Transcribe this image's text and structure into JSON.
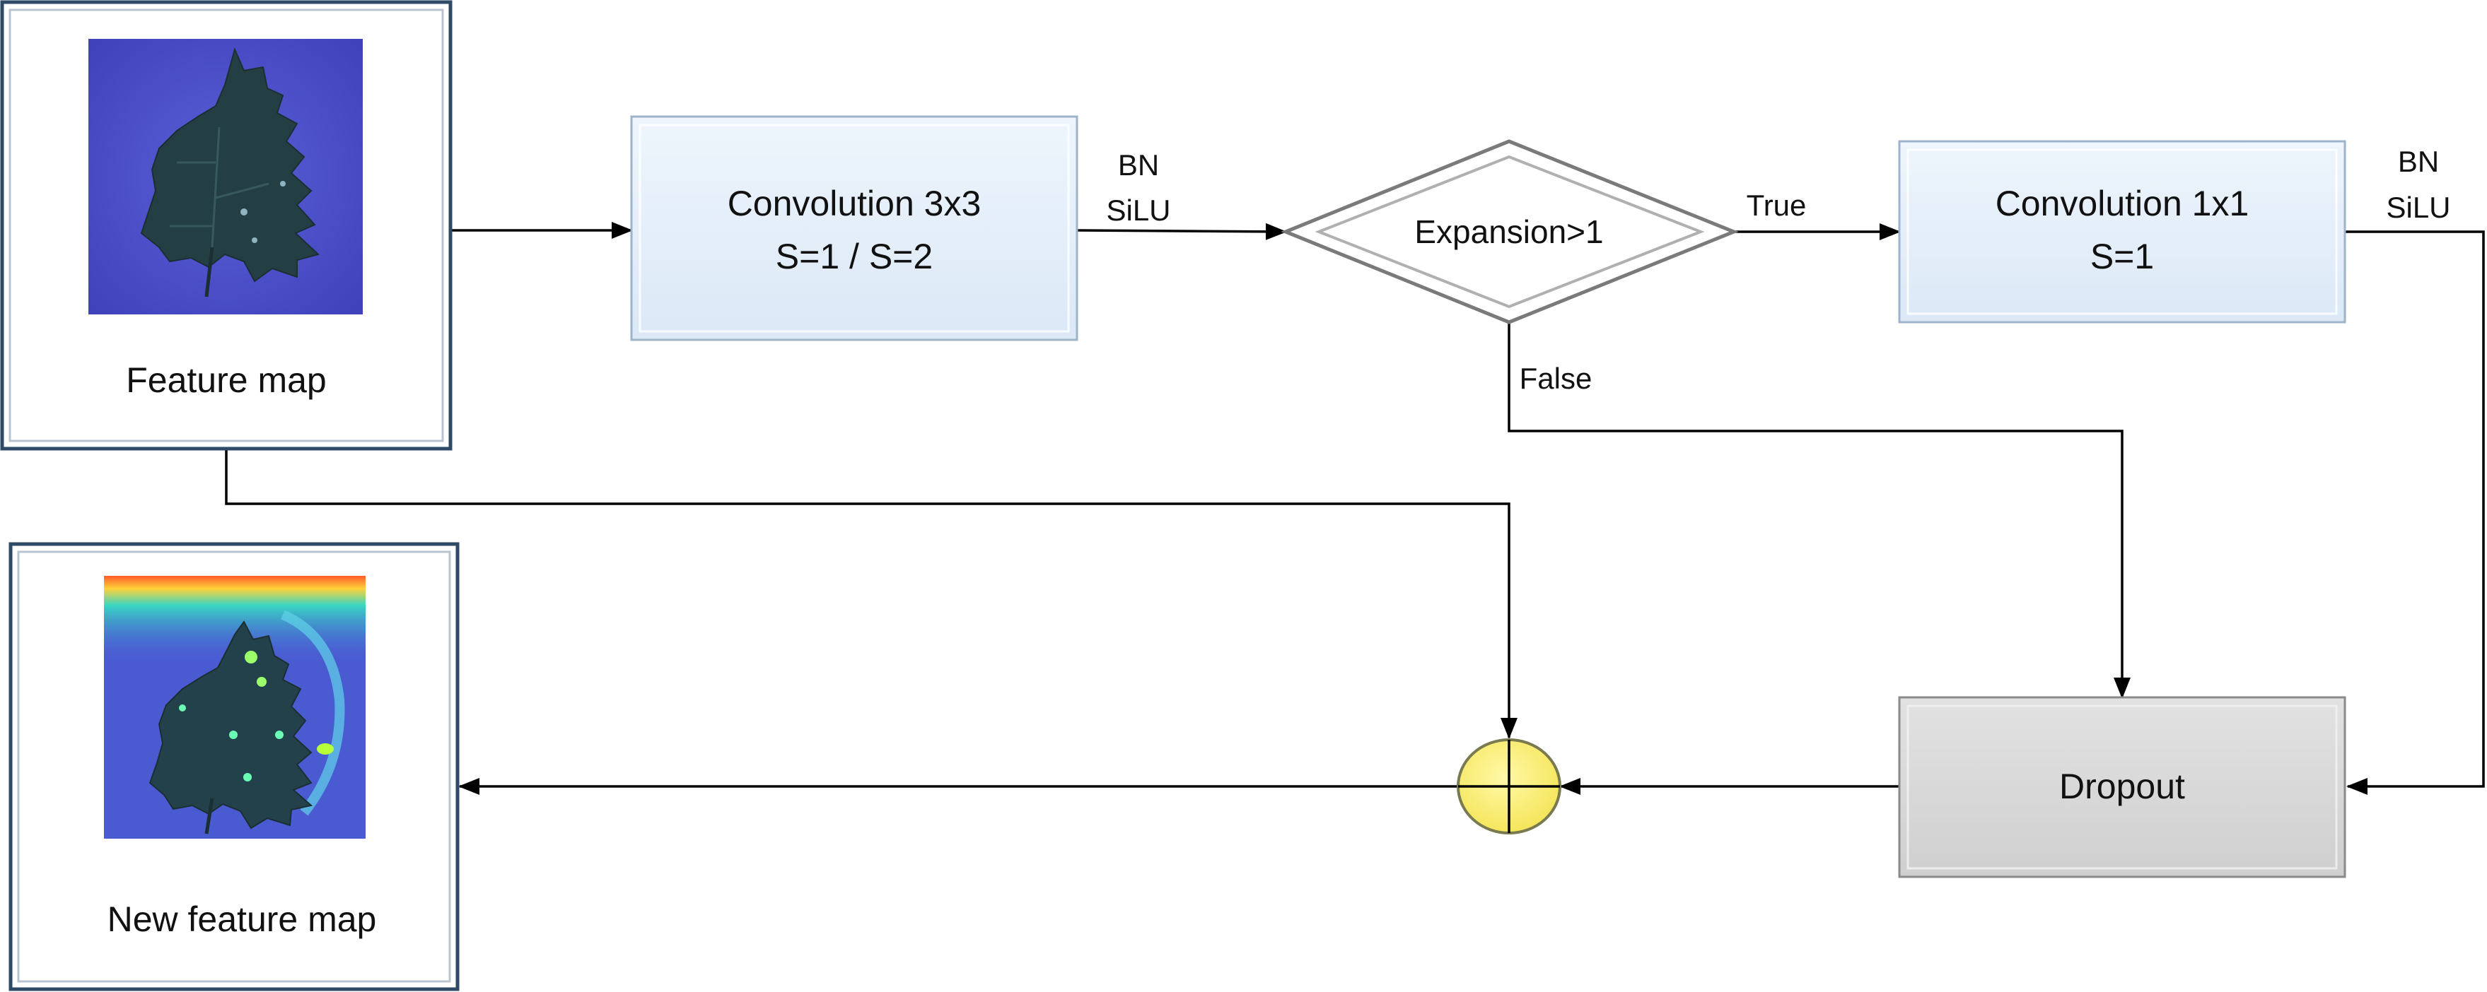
{
  "nodes": {
    "feature_map": {
      "label": "Feature map"
    },
    "new_feature_map": {
      "label": "New feature map"
    },
    "conv3x3": {
      "line1": "Convolution 3x3",
      "line2": "S=1 / S=2"
    },
    "expansion": {
      "label": "Expansion>1"
    },
    "conv1x1": {
      "line1": "Convolution 1x1",
      "line2": "S=1"
    },
    "dropout": {
      "label": "Dropout"
    }
  },
  "edge_labels": {
    "bn_1": "BN",
    "silu_1": "SiLU",
    "bn_2": "BN",
    "silu_2": "SiLU",
    "true": "True",
    "false": "False"
  },
  "colors": {
    "conv_fill": "#e3eef9",
    "dropout_fill": "#d9d9d9",
    "add_node_fill": "#fff27a",
    "leaf_bg": "#4b4fc9",
    "leaf": "#1f3a3f"
  }
}
